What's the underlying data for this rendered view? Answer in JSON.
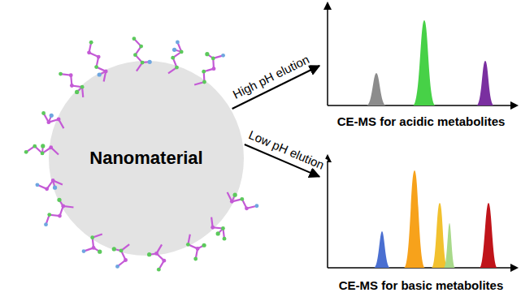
{
  "diagram": {
    "nodes": [
      {
        "text": [
          "Nanomaterial"
        ]
      },
      {
        "text": [
          "CE-MS for acidic metabolites"
        ]
      },
      {
        "text": [
          "CE-MS for basic metabolites"
        ]
      }
    ],
    "edges": [
      {
        "from": 0,
        "to": 1,
        "label": "High pH elution",
        "arrow": "to"
      },
      {
        "from": 0,
        "to": 2,
        "label": "Low pH elution",
        "arrow": "to"
      }
    ]
  }
}
